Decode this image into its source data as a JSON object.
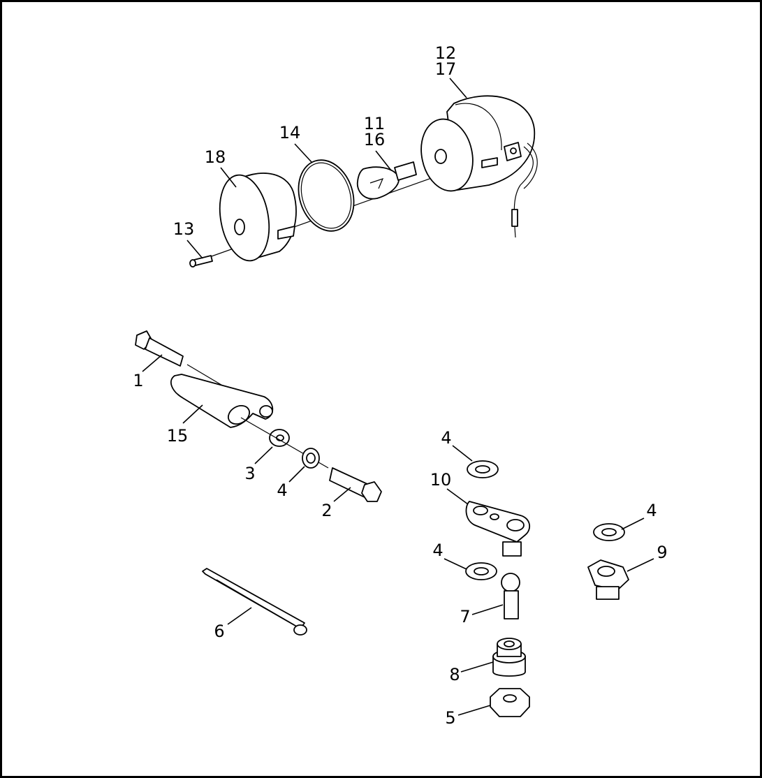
{
  "callouts": {
    "c1": "1",
    "c2": "2",
    "c3": "3",
    "c4a": "4",
    "c4b": "4",
    "c4c": "4",
    "c4d": "4",
    "c5": "5",
    "c6": "6",
    "c7": "7",
    "c8": "8",
    "c9": "9",
    "c10": "10",
    "c11": "11",
    "c12": "12",
    "c13": "13",
    "c14": "14",
    "c15": "15",
    "c16": "16",
    "c17": "17",
    "c18": "18"
  }
}
